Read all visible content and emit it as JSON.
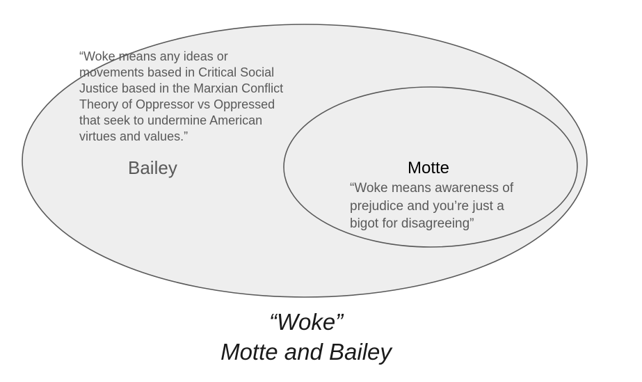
{
  "colors": {
    "ellipse_fill": "#eeeeee",
    "ellipse_stroke": "#595959",
    "body_text": "#595959",
    "motte_label": "#000000",
    "title_text": "#1a1a1a"
  },
  "bailey": {
    "label": "Bailey",
    "quote": "“Woke means any ideas or\nmovements based in Critical Social\nJustice based in the Marxian Conflict\nTheory of Oppressor vs Oppressed\nthat seek to undermine American\nvirtues and values.”"
  },
  "motte": {
    "label": "Motte",
    "quote": "“Woke means awareness of\nprejudice and you’re just a\nbigot for disagreeing”"
  },
  "title": {
    "line1": "“Woke”",
    "line2": "Motte and Bailey"
  }
}
